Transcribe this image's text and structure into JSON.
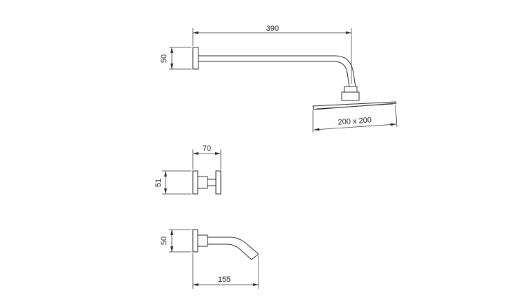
{
  "dimensions": {
    "shower_arm_length": "390",
    "shower_arm_flange_height": "50",
    "shower_head_size": "200 x 200",
    "mixer_depth": "70",
    "mixer_flange_height": "51",
    "spout_flange_height": "50",
    "spout_length": "155"
  },
  "colors": {
    "line": "#2b2b2b",
    "background": "#ffffff"
  }
}
